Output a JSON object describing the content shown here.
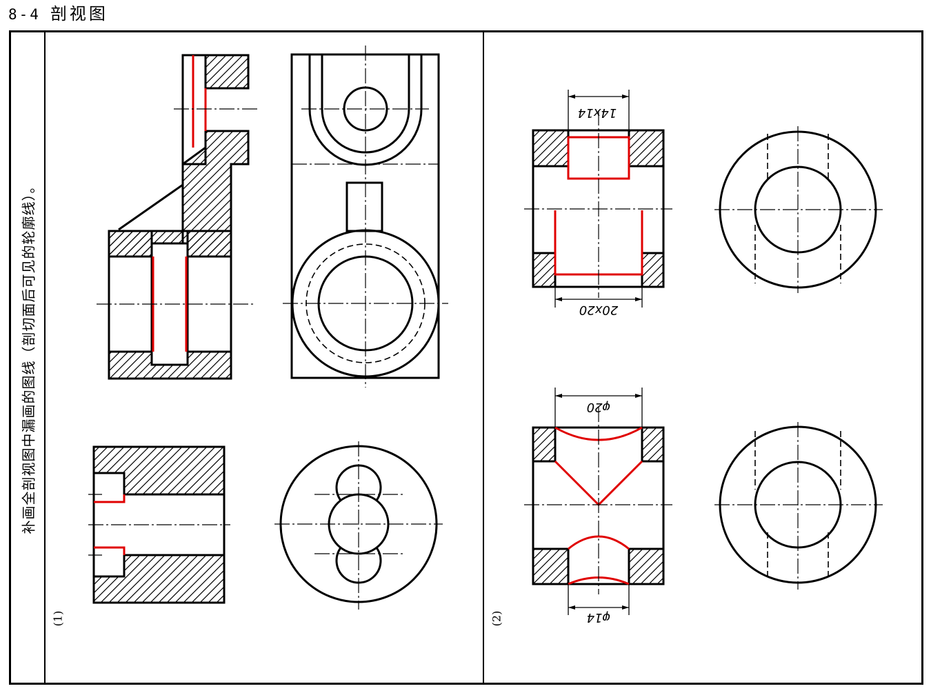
{
  "header": {
    "number": "8-4",
    "title": "剖视图"
  },
  "instruction": "补画全剖视图中漏画的图线（剖切面后可见的轮廓线）。",
  "panels": [
    {
      "label": "(1)"
    },
    {
      "label": "(2)"
    }
  ],
  "dimensions": {
    "square_hole": "14x14",
    "square_slot": "20x20",
    "round_top": "φ20",
    "round_bottom": "φ14"
  },
  "colors": {
    "line": "#000000",
    "added_line": "#e00000",
    "background": "#ffffff"
  }
}
